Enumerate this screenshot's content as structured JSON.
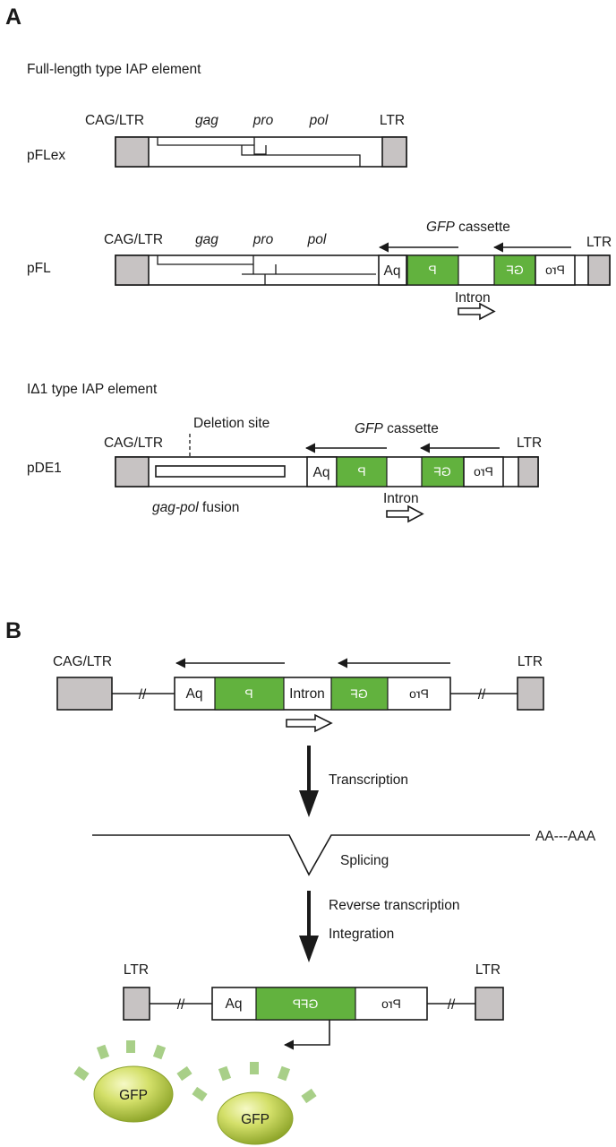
{
  "panel_a": {
    "label": "A",
    "full_length_title": "Full-length type IAP element",
    "construct_pflex": "pFLex",
    "construct_pfl": "pFL",
    "id1_title": "IΔ1 type IAP element",
    "construct_pde1": "pDE1",
    "cag_ltr": "CAG/LTR",
    "ltr": "LTR",
    "gag": "gag",
    "pro": "pro",
    "pol": "pol",
    "gfp_cassette_italic": "GFP",
    "gfp_cassette_rest": " cassette",
    "intron": "Intron",
    "deletion_site": "Deletion site",
    "gagpol_italic": "gag-pol",
    "gagpol_rest": " fusion",
    "aq": "Aq",
    "p_frag": "P",
    "gf_frag": "GF",
    "pro_rev": "Pro"
  },
  "panel_b": {
    "label": "B",
    "cag_ltr": "CAG/LTR",
    "ltr": "LTR",
    "aq": "Aq",
    "p_frag": "P",
    "intron": "Intron",
    "gf_frag": "GF",
    "pro_rev": "Pro",
    "transcription": "Transcription",
    "polya": "AA---AAA",
    "splicing": "Splicing",
    "reverse_transcription": "Reverse transcription",
    "integration": "Integration",
    "gfp_rev": "GFP",
    "gfp_protein": "GFP"
  },
  "colors": {
    "gfp_green": "#62b23e",
    "ltr_gray": "#c7c3c3",
    "protein_light": "#e8f08c",
    "protein_dark": "#9ab034",
    "ray": "#a8cf88"
  }
}
